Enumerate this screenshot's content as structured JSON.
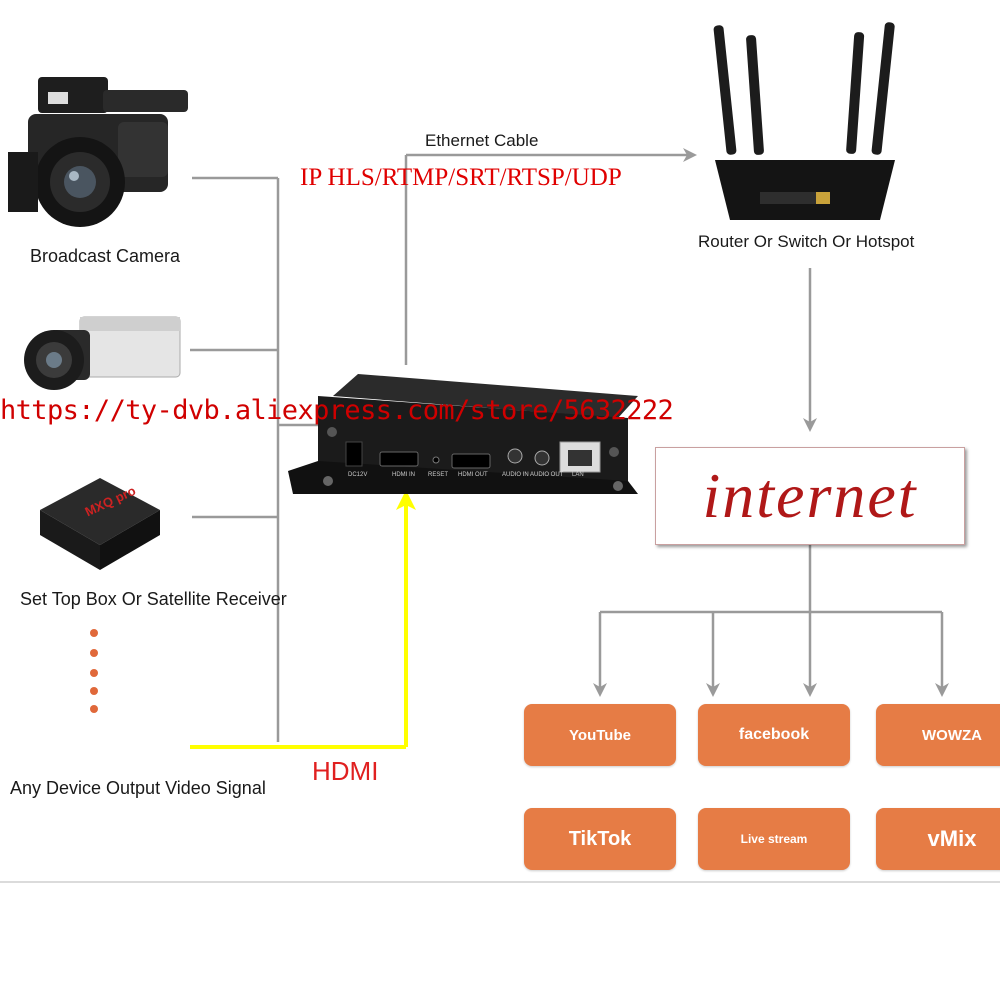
{
  "sources": {
    "camera_label": "Broadcast Camera",
    "settop_label": "Set Top Box Or Satellite Receiver",
    "any_device_label": "Any Device Output Video Signal",
    "settop_brand": "MXQ pro"
  },
  "connections": {
    "ethernet_label": "Ethernet Cable",
    "protocols": "IP HLS/RTMP/SRT/RTSP/UDP",
    "hdmi_label": "HDMI"
  },
  "router": {
    "label": "Router Or Switch Or Hotspot"
  },
  "internet": {
    "label": "internet"
  },
  "encoder": {
    "ports": [
      "DC12V",
      "HDMI IN",
      "RESET",
      "HDMI OUT",
      "AUDIO IN",
      "AUDIO OUT",
      "LAN"
    ]
  },
  "watermark": "https://ty-dvb.aliexpress.com/store/5632222",
  "services": [
    {
      "label": "YouTube"
    },
    {
      "label": "facebook"
    },
    {
      "label": "WOWZA"
    },
    {
      "label": "TikTok"
    },
    {
      "label": "Live stream"
    },
    {
      "label": "vMix"
    }
  ],
  "colors": {
    "service_box": "#e67c45",
    "hdmi_line": "#ffff00",
    "watermark": "#d00000",
    "connector_line": "#9a9a9a"
  }
}
